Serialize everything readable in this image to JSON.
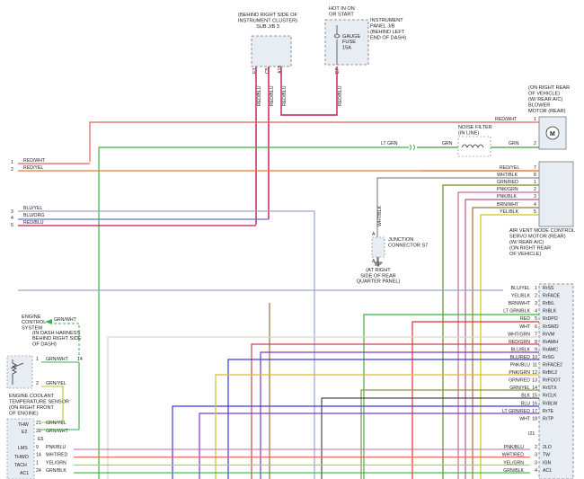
{
  "colors": {
    "red_wht": "#e0605a",
    "red_yel": "#e07a3a",
    "red_blu": "#c2185b",
    "blu_yel": "#9aa6c8",
    "blu_org": "#6a6fd6",
    "lt_grn": "#3bb04b",
    "grn": "#3d9a3d",
    "wht_blk": "#8a8a8a",
    "grn_red": "#6a8a2a",
    "pnk_grn": "#c86aa0",
    "pnk_blk": "#b05a8a",
    "brn_wht": "#a07040",
    "yel_blk": "#d6c21a",
    "blue": "#3a3ae0",
    "red": "#e03030",
    "purple": "#7a3ad0",
    "olive": "#909040",
    "gray_box": "#e8edf3"
  },
  "labels": {
    "sub_jb3": "(BEHIND RIGHT SIDE OF\nINSTRUMENT CLUSTER)\nSUB J/B 3",
    "hot_in_on": "HOT IN ON\nOR START",
    "instrument_panel": "INSTRUMENT\nPANEL J/B\n(BEHIND LEFT\nEND OF DASH)",
    "gauge_fuse": "GAUGE\nFUSE\n15A",
    "blower_loc": "(ON RIGHT REAR\nOF VEHICLE)\n(W/ REAR A/C)\nBLOWER\nMOTOR (REAR)",
    "noise_filter": "NOISE FILTER\n(IN LINE)",
    "air_vent": "AIR VENT MODE CONTROL\nSERVO MOTOR (REAR)\n(W/ REAR A/C)\n(ON RIGHT REAR\nOF VEHICLE)",
    "junction": "JUNCTION\nCONNECTOR S7",
    "bp": "BP\n(AT RIGHT\nSIDE OF REAR\nQUARTER PANEL)",
    "engine_ctrl": "ENGINE\nCONTROL\nSYSTEM",
    "in_dash": "(IN DASH HARNESS\nBEHIND RIGHT SIDE\nOF DASH)",
    "coolant": "ENGINE COOLANT\nTEMPERATURE SENSOR\n(ON RIGHT FRONT\nOF ENGINE)",
    "e6": "E6",
    "i21": "I21",
    "pin_e3": "E3",
    "pin_c5": "C5",
    "pin_a15": "A15",
    "pin_e7": "E7",
    "wht_blk_vert": "WHT/BLK",
    "pin_a": "A",
    "pin_a2": "A",
    "grn_wht_top": "GRN/WHT"
  },
  "vert_wires": [
    "RED/BLU",
    "RED/BLU",
    "RED/BLU",
    "RED/BLU"
  ],
  "left_wires": [
    {
      "pin": "1",
      "name": "RED/WHT"
    },
    {
      "pin": "2",
      "name": "RED/YEL"
    },
    {
      "pin": "3",
      "name": "BLU/YEL"
    },
    {
      "pin": "4",
      "name": "BLU/ORG"
    },
    {
      "pin": "5",
      "name": "RED/BLU"
    }
  ],
  "blower_wires": [
    {
      "pin": "1",
      "name": "RED/WHT"
    },
    {
      "pin": "2",
      "name": "GRN"
    }
  ],
  "filter_wires": [
    "LT GRN",
    "GRN",
    "GRN"
  ],
  "servo_wires": [
    {
      "pin": "7",
      "name": "RED/YEL"
    },
    {
      "pin": "8",
      "name": "WHT/BLK"
    },
    {
      "pin": "1",
      "name": "GRN/RED"
    },
    {
      "pin": "2",
      "name": "PNK/GRN"
    },
    {
      "pin": "3",
      "name": "PNK/BLK"
    },
    {
      "pin": "4",
      "name": "BRN/WHT"
    },
    {
      "pin": "5",
      "name": "YEL/BLK"
    }
  ],
  "module_pins": [
    {
      "pin": "1",
      "wire": "BLU/YEL",
      "sig": "RrSS"
    },
    {
      "pin": "2",
      "wire": "YEL/BLK",
      "sig": "RrFACE"
    },
    {
      "pin": "3",
      "wire": "BRN/WHT",
      "sig": "RrB/L"
    },
    {
      "pin": "4",
      "wire": "LT GRN/BLK",
      "sig": "RrBLK"
    },
    {
      "pin": "5",
      "wire": "RED",
      "sig": "RrDPO"
    },
    {
      "pin": "6",
      "wire": "WHT",
      "sig": "RrSWD"
    },
    {
      "pin": "7",
      "wire": "WHT/GRN",
      "sig": "RrVM"
    },
    {
      "pin": "8",
      "wire": "RED/GRN",
      "sig": "RrAMH"
    },
    {
      "pin": "9",
      "wire": "BLU/BLK",
      "sig": "RrAMC"
    },
    {
      "pin": "10",
      "wire": "BLU/RED",
      "sig": "RrSG"
    },
    {
      "pin": "11",
      "wire": "PNK/BLU",
      "sig": "RrFACE2"
    },
    {
      "pin": "12",
      "wire": "PNK/GRN",
      "sig": "RrB/L2"
    },
    {
      "pin": "13",
      "wire": "GRN/RED",
      "sig": "RrFOOT"
    },
    {
      "pin": "14",
      "wire": "GRN/YEL",
      "sig": "RrSTX"
    },
    {
      "pin": "15",
      "wire": "BLK",
      "sig": "RrCLK"
    },
    {
      "pin": "16",
      "wire": "BLU",
      "sig": "RrBLW"
    },
    {
      "pin": "17",
      "wire": "LT GRN/RED",
      "sig": "RrTE"
    },
    {
      "pin": "18",
      "wire": "WHT",
      "sig": "RrTP"
    }
  ],
  "lower_pins": [
    {
      "pin": "2",
      "wire": "PNK/BLU",
      "sig": "2LO"
    },
    {
      "pin": "3",
      "wire": "WHT/RED",
      "sig": "TW"
    },
    {
      "pin": "3",
      "wire": "YEL/GRN",
      "sig": "IGN"
    },
    {
      "pin": "4",
      "wire": "GRN/BLK",
      "sig": "AC1"
    }
  ],
  "engine_wires": [
    {
      "pin": "1",
      "name": "GRN/WHT",
      "pin2": "14"
    },
    {
      "pin": "2",
      "name": "GRN/YEL"
    },
    {
      "pin": "21",
      "name": "GRN/YEL"
    },
    {
      "pin": "28",
      "name": "GRN/WHT"
    }
  ],
  "engine_top_wire": "GRN/WHT",
  "side_labels": [
    "THW",
    "E2",
    "LMS",
    "THWO",
    "TACH",
    "AC1"
  ],
  "bottom_left": [
    {
      "pin": "9",
      "name": "PNK/BLU"
    },
    {
      "pin": "14",
      "name": "WHT/RED"
    },
    {
      "pin": "1",
      "name": "YEL/GRN"
    },
    {
      "pin": "24",
      "name": "GRN/BLK"
    }
  ]
}
